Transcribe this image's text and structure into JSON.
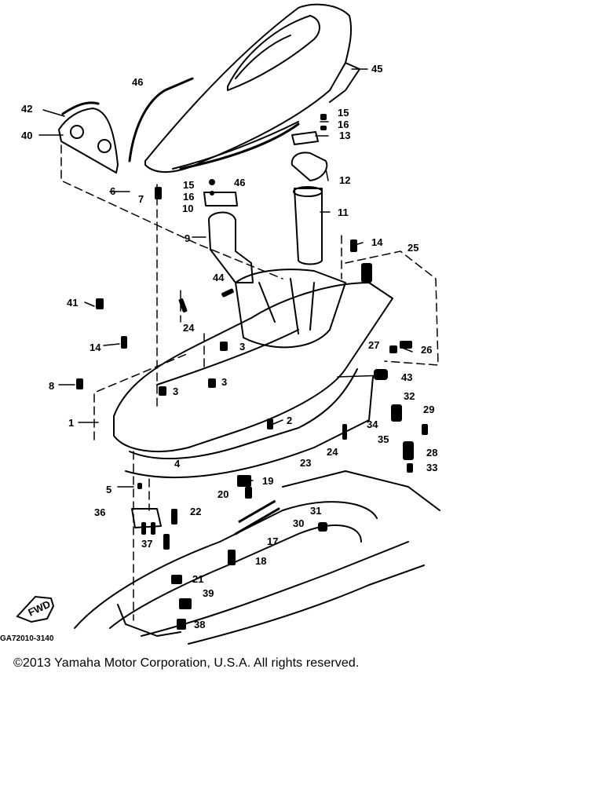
{
  "drawing_code": "GA72010-3140",
  "copyright": "©2013 Yamaha Motor Corporation, U.S.A. All rights reserved.",
  "fwd_label": "FWD",
  "callouts": [
    "1",
    "2",
    "3",
    "3",
    "3",
    "4",
    "5",
    "6",
    "7",
    "8",
    "9",
    "10",
    "11",
    "12",
    "13",
    "14",
    "14",
    "15",
    "15",
    "16",
    "16",
    "17",
    "18",
    "19",
    "20",
    "21",
    "22",
    "23",
    "24",
    "24",
    "25",
    "26",
    "27",
    "28",
    "29",
    "30",
    "31",
    "32",
    "33",
    "34",
    "35",
    "36",
    "37",
    "38",
    "39",
    "40",
    "41",
    "42",
    "43",
    "44",
    "45",
    "46",
    "46"
  ]
}
